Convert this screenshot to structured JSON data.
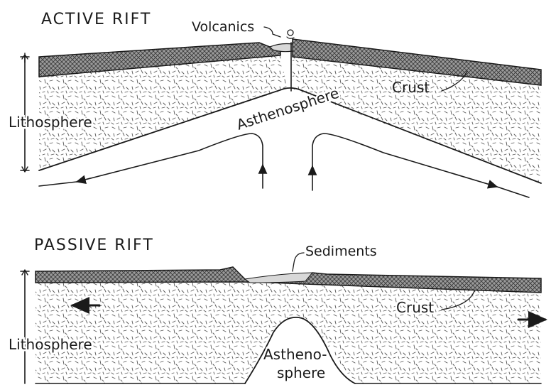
{
  "active_rift": {
    "title": "ACTIVE RIFT",
    "labels": {
      "volcanics": "Volcanics",
      "crust": "Crust",
      "lithosphere": "Lithosphere",
      "asthenosphere": "Asthenosphere"
    }
  },
  "passive_rift": {
    "title": "PASSIVE RIFT",
    "labels": {
      "sediments": "Sediments",
      "crust": "Crust",
      "lithosphere": "Lithosphere",
      "asthenosphere_line1": "Astheno-",
      "asthenosphere_line2": "sphere"
    }
  },
  "colors": {
    "ink": "#1a1a1a",
    "crust_fill": "#8a8a8a",
    "paper": "#ffffff"
  }
}
